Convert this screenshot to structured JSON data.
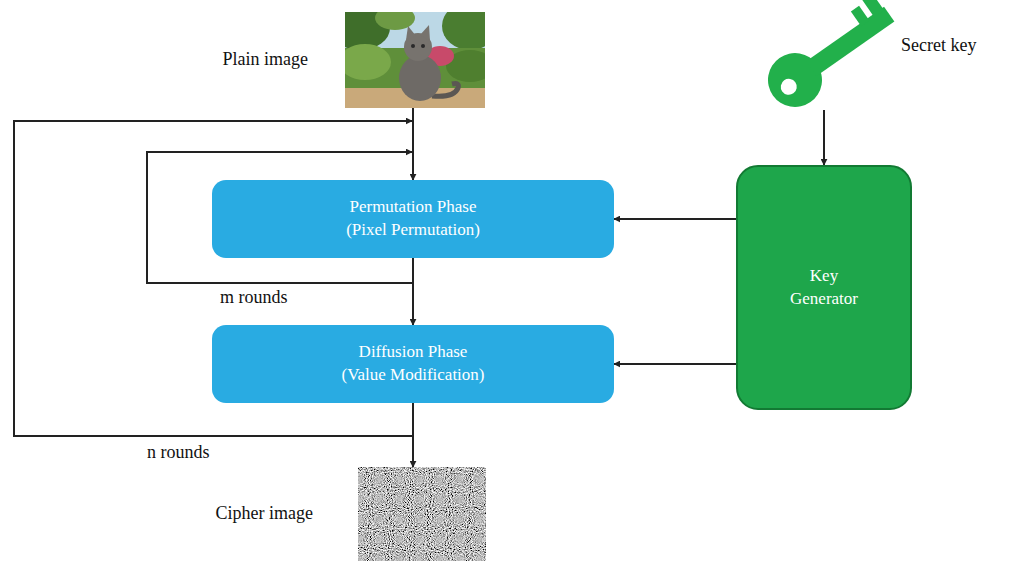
{
  "diagram": {
    "nodes": [
      {
        "text": [
          "Plain image"
        ]
      },
      {
        "text": [
          "Secret key"
        ]
      },
      {
        "text": [
          "Permutation Phase",
          "(Pixel Permutation)"
        ]
      },
      {
        "text": [
          "Key Generator"
        ]
      },
      {
        "text": [
          "Diffusion Phase",
          "(Value Modification)"
        ]
      },
      {
        "text": [
          "Cipher image"
        ]
      }
    ],
    "edges": [
      {
        "from": 0,
        "to": 2,
        "arrow": "to"
      },
      {
        "from": 1,
        "to": 3,
        "arrow": "to"
      },
      {
        "from": 3,
        "to": 2,
        "arrow": "to"
      },
      {
        "from": 3,
        "to": 4,
        "arrow": "to"
      },
      {
        "from": 2,
        "to": 2,
        "label": "m rounds",
        "arrow": "to"
      },
      {
        "from": 2,
        "to": 4,
        "arrow": "to"
      },
      {
        "from": 4,
        "to": 2,
        "label": "n rounds",
        "arrow": "to"
      },
      {
        "from": 4,
        "to": 5,
        "arrow": "to"
      }
    ]
  }
}
